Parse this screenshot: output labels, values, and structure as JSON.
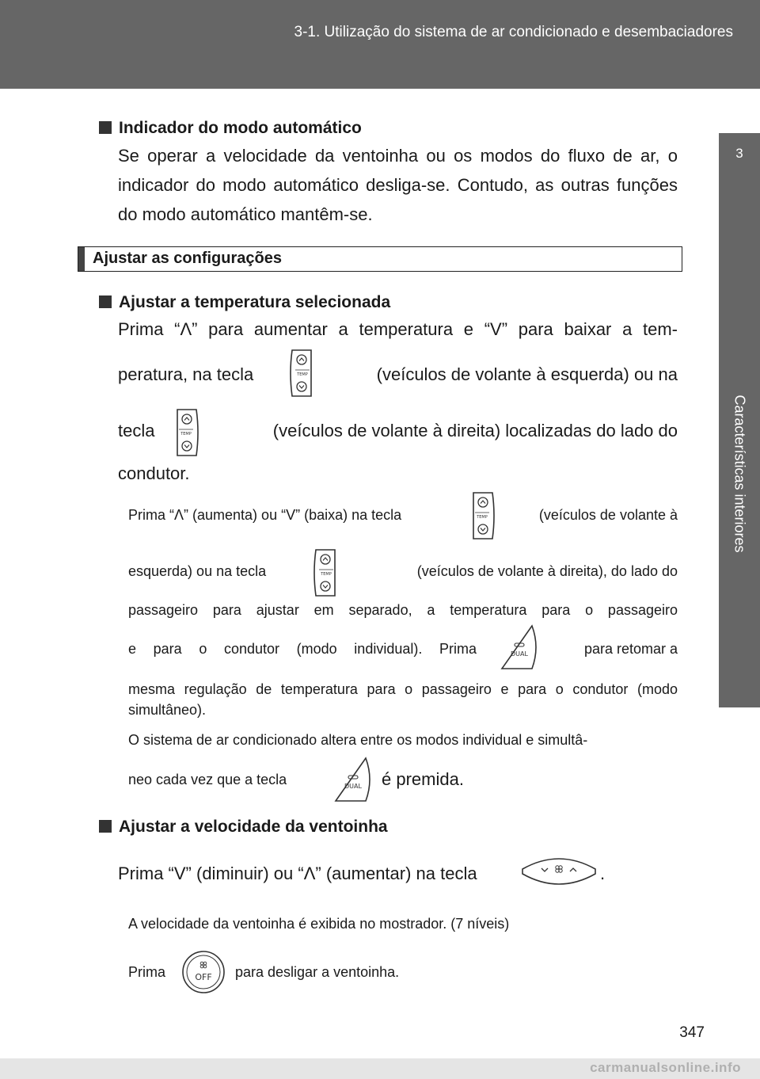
{
  "header": {
    "title": "3-1. Utilização do sistema de ar condicionado e desembaciadores"
  },
  "side_tab": {
    "number": "3",
    "label": "Características interiores"
  },
  "section_auto": {
    "heading": "Indicador do modo automático",
    "body": "Se operar a velocidade da ventoinha ou os modos do fluxo de ar, o indicador do modo automático desliga-se. Contudo, as outras funções do modo automático mantêm-se."
  },
  "settings_box": {
    "title": "Ajustar as configurações"
  },
  "section_temp": {
    "heading": "Ajustar a temperatura selecionada",
    "line1": "Prima “Λ” para aumentar a temperatura e “V” para baixar a tem-",
    "line2a": "peratura, na tecla",
    "line2b": "(veículos de volante à esquerda) ou na",
    "line3a": "tecla",
    "line3b": "(veículos de volante à direita) localizadas do lado do",
    "line4": "condutor.",
    "note1a": "Prima “Λ” (aumenta) ou “V” (baixa) na tecla",
    "note1b": "(veículos de volante à",
    "note2a": "esquerda) ou na tecla",
    "note2b": "(veículos de volante à direita), do lado do",
    "note3": "passageiro para ajustar em separado, a temperatura para o passageiro",
    "note4a": "e para o condutor (modo individual). Prima",
    "note4b": "para retomar a",
    "note5": "mesma regulação de temperatura para o passageiro e para o condutor (modo simultâneo).",
    "note6": "O sistema de ar condicionado altera entre os modos individual e simultâ-",
    "note7a": "neo cada vez que a tecla",
    "note7b": "é premida."
  },
  "section_fan": {
    "heading": "Ajustar a velocidade da ventoinha",
    "line1a": "Prima “V” (diminuir) ou “Λ”  (aumentar) na tecla",
    "line1b": ".",
    "note1": "A velocidade da ventoinha é exibida no mostrador. (7 níveis)",
    "note2a": "Prima",
    "note2b": "para desligar a ventoinha."
  },
  "icons": {
    "temp_label": "TEMP",
    "dual_label": "DUAL",
    "off_label": "OFF"
  },
  "page_number": "347",
  "footer": {
    "watermark": "carmanualsonline.info"
  }
}
